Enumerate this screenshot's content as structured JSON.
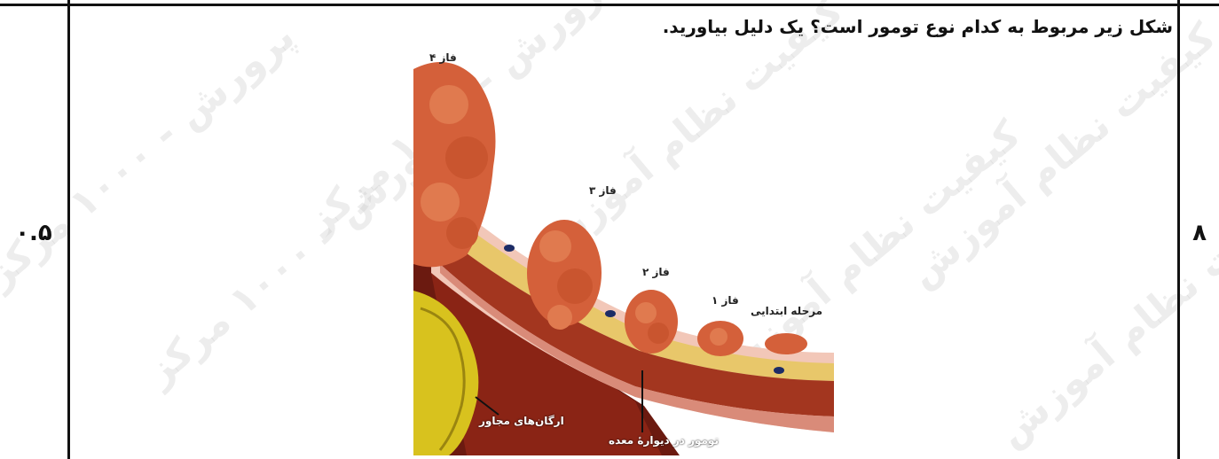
{
  "question": {
    "number": "۸",
    "score": "۰.۵",
    "text": "شکل زیر مربوط به کدام نوع تومور است؟ یک دلیل بیاورید."
  },
  "figure": {
    "labels": {
      "phase4": "فاز ۴",
      "phase3": "فاز ۳",
      "phase2": "فاز ۲",
      "phase1": "فاز ۱",
      "early_stage": "مرحله ابتدایی",
      "adjacent_organs": "ارگان‌های مجاور",
      "stomach_wall_tumor": "تومور در دیوارهٔ معده"
    }
  },
  "watermark": {
    "text_a": "کیفیت نظام آموزش",
    "text_b": "پرورش - ۱۰۰۰ مرکز"
  }
}
